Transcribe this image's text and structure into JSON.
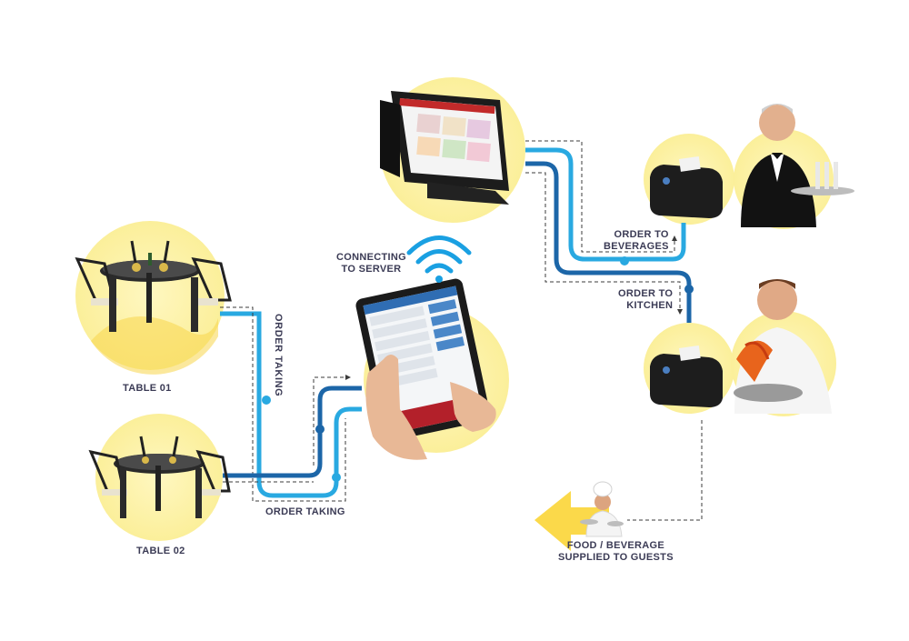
{
  "labels": {
    "table_01": "TABLE 01",
    "table_02": "TABLE 02",
    "order_taking_vertical": "ORDER TAKING",
    "order_taking_horizontal": "ORDER TAKING",
    "connecting_line1": "CONNECTING",
    "connecting_line2": "TO SERVER",
    "order_beverages_line1": "ORDER TO",
    "order_beverages_line2": "BEVERAGES",
    "order_kitchen_line1": "ORDER TO",
    "order_kitchen_line2": "KITCHEN",
    "supplied_line1": "FOOD / BEVERAGE",
    "supplied_line2": "SUPPLIED TO GUESTS"
  },
  "colors": {
    "circle_fill": "#fbf3a8",
    "circle_accent": "#f7d54a",
    "line_light": "#29a9e1",
    "line_dark": "#1c66a8",
    "dashed": "#3b3b3b",
    "label": "#3b3b55",
    "wifi": "#1aa0e2",
    "arrow_yellow": "#fbd94a"
  },
  "icons": [
    "table-set-icon",
    "tablet-icon",
    "pos-terminal-icon",
    "receipt-printer-icon",
    "waiter-icon",
    "chef-icon",
    "wifi-icon",
    "arrow-left-icon"
  ]
}
